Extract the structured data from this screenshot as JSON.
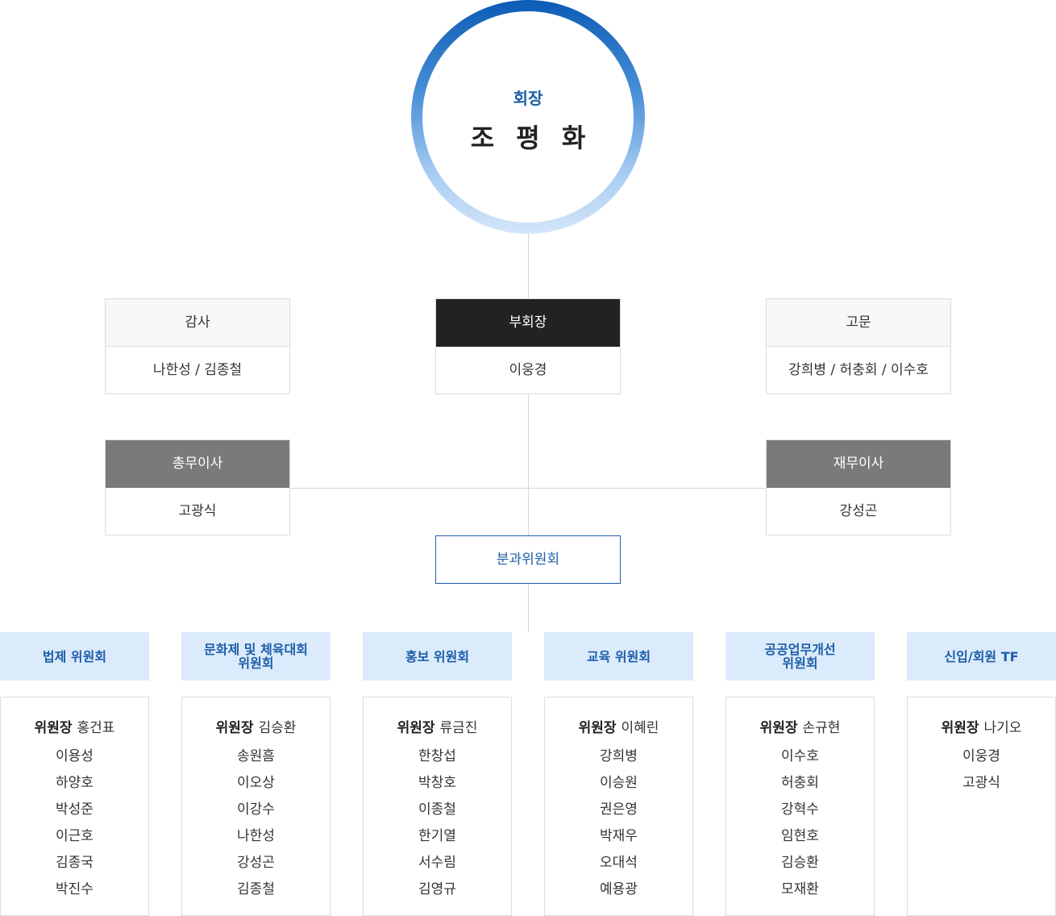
{
  "president": {
    "title": "회장",
    "name": "조 평 화"
  },
  "officers": {
    "auditor": {
      "title": "감사",
      "names": "나한성 / 김종철"
    },
    "vice_president": {
      "title": "부회장",
      "names": "이웅경"
    },
    "advisor": {
      "title": "고문",
      "names": "강희병 / 허충회 / 이수호"
    },
    "general_affairs": {
      "title": "총무이사",
      "names": "고광식"
    },
    "finance": {
      "title": "재무이사",
      "names": "강성곤"
    }
  },
  "subcommittee_label": "분과위원회",
  "chair_label": "위원장",
  "committees": [
    {
      "name_lines": [
        "법제 위원회"
      ],
      "chair": "홍건표",
      "members": [
        "이용성",
        "하양호",
        "박성준",
        "이근호",
        "김종국",
        "박진수"
      ]
    },
    {
      "name_lines": [
        "문화제 및 체육대회",
        "위원회"
      ],
      "chair": "김승환",
      "members": [
        "송원흠",
        "이오상",
        "이강수",
        "나한성",
        "강성곤",
        "김종철"
      ]
    },
    {
      "name_lines": [
        "홍보 위원회"
      ],
      "chair": "류금진",
      "members": [
        "한창섭",
        "박창호",
        "이종철",
        "한기열",
        "서수림",
        "김영규"
      ]
    },
    {
      "name_lines": [
        "교육 위원회"
      ],
      "chair": "이혜린",
      "members": [
        "강희병",
        "이승원",
        "권은영",
        "박재우",
        "오대석",
        "예용광"
      ]
    },
    {
      "name_lines": [
        "공공업무개선",
        "위원회"
      ],
      "chair": "손규현",
      "members": [
        "이수호",
        "허충회",
        "강혁수",
        "임현호",
        "김승환",
        "모재환"
      ]
    },
    {
      "name_lines": [
        "신입/회원 TF"
      ],
      "chair": "나기오",
      "members": [
        "이웅경",
        "고광식"
      ]
    }
  ]
}
